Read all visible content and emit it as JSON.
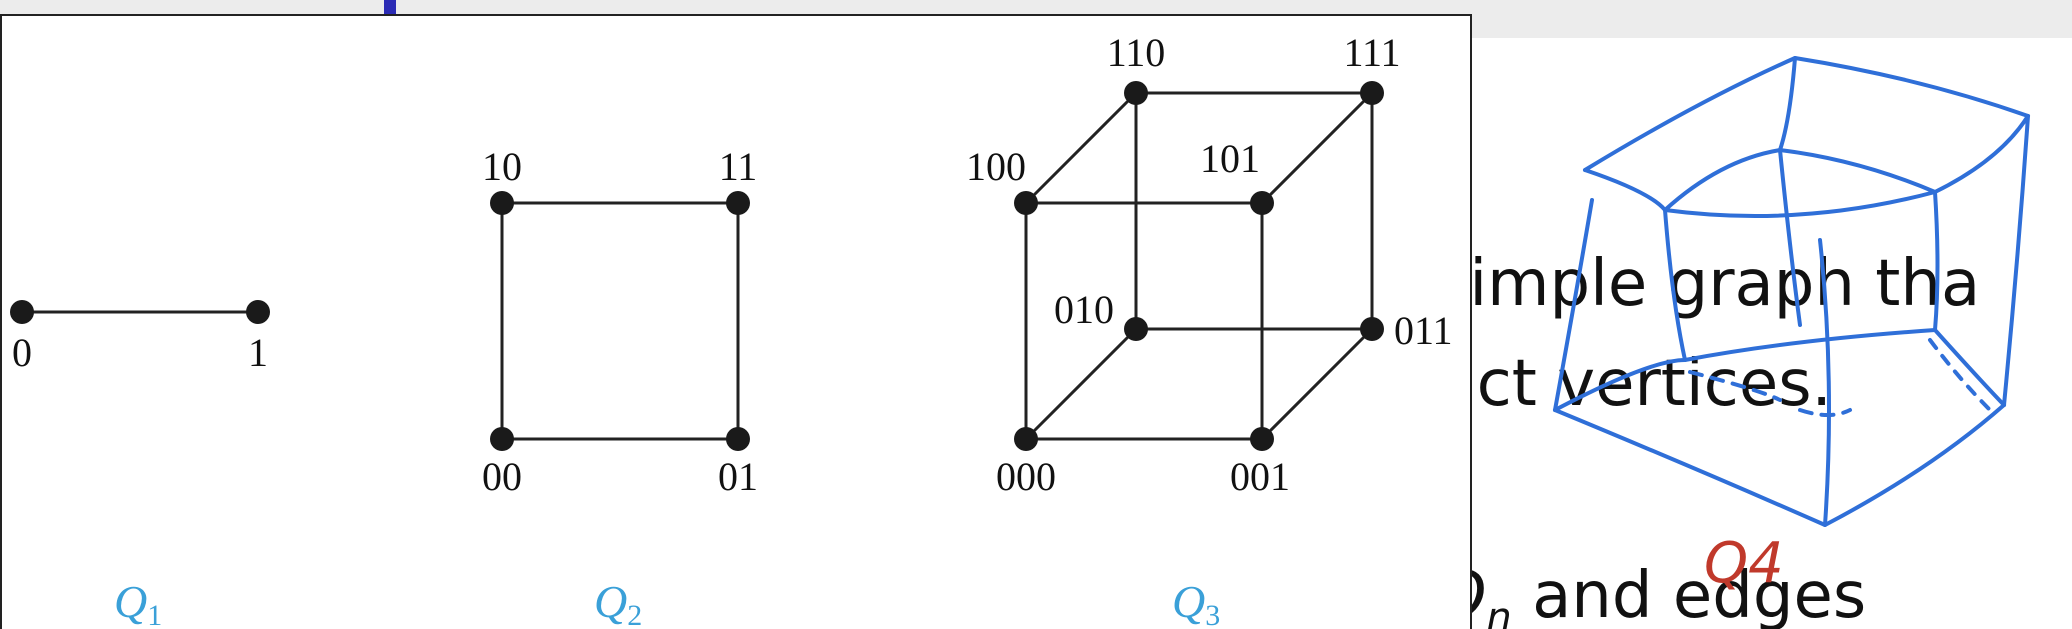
{
  "slide": {
    "line1": "simple graph tha",
    "line2": "nct vertices.",
    "line3": "and edges",
    "line3_symbol": "Q",
    "line3_subscript": "n"
  },
  "diagram": {
    "q1": {
      "label": "Q",
      "subscript": "1",
      "vertices": [
        "0",
        "1"
      ],
      "edges": [
        [
          "0",
          "1"
        ]
      ]
    },
    "q2": {
      "label": "Q",
      "subscript": "2",
      "vertices": [
        "10",
        "11",
        "00",
        "01"
      ],
      "edges": [
        [
          "10",
          "11"
        ],
        [
          "00",
          "01"
        ],
        [
          "10",
          "00"
        ],
        [
          "11",
          "01"
        ]
      ]
    },
    "q3": {
      "label": "Q",
      "subscript": "3",
      "vertices": [
        "110",
        "111",
        "100",
        "101",
        "010",
        "011",
        "000",
        "001"
      ],
      "edges": [
        [
          "110",
          "111"
        ],
        [
          "100",
          "101"
        ],
        [
          "010",
          "011"
        ],
        [
          "000",
          "001"
        ],
        [
          "100",
          "000"
        ],
        [
          "101",
          "001"
        ],
        [
          "110",
          "010"
        ],
        [
          "111",
          "011"
        ],
        [
          "100",
          "110"
        ],
        [
          "101",
          "111"
        ],
        [
          "000",
          "010"
        ],
        [
          "001",
          "011"
        ]
      ]
    }
  },
  "annotation": {
    "label": "Q4",
    "label_color": "#c0392b",
    "ink_color": "#2f6fd8"
  },
  "colors": {
    "label_color": "#3aa0d8",
    "edge_color": "#222222",
    "marker_color": "#2b2bb5"
  }
}
